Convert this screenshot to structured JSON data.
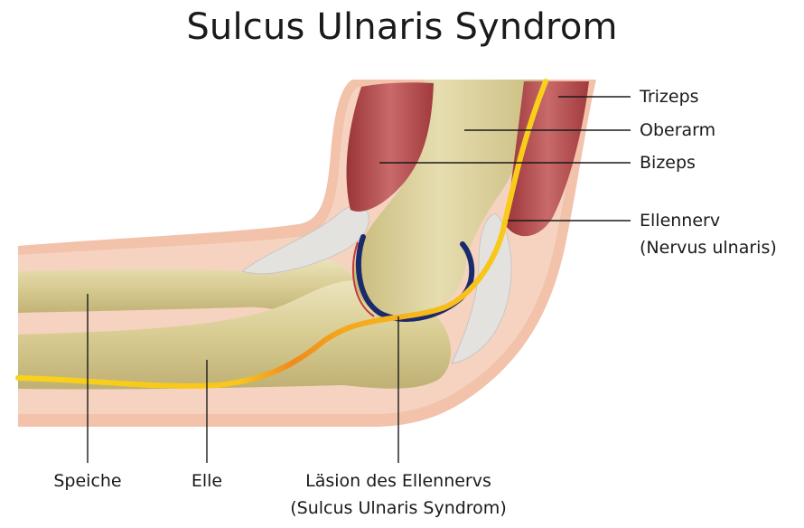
{
  "title": "Sulcus Ulnaris Syndrom",
  "labels": {
    "trizeps": "Trizeps",
    "oberarm": "Oberarm",
    "bizeps": "Bizeps",
    "ellennerv": "Ellennerv",
    "nervus_ulnaris": "(Nervus ulnaris)",
    "speiche": "Speiche",
    "elle": "Elle",
    "laesion_1": "Läsion des Ellennervs",
    "laesion_2": "(Sulcus Ulnaris Syndrom)"
  },
  "colors": {
    "skin": "#f2c2ab",
    "skin_inner": "#f6d3c0",
    "bone": "#d8cc92",
    "bone_light": "#e9e0b4",
    "muscle": "#c0585a",
    "muscle_dark": "#8c2e32",
    "tendon": "#e4e2de",
    "nerve_yellow": "#f9d21a",
    "nerve_orange": "#f08a1c",
    "cartilage": "#1b2a6b",
    "leader_line": "#1a1a1a"
  }
}
